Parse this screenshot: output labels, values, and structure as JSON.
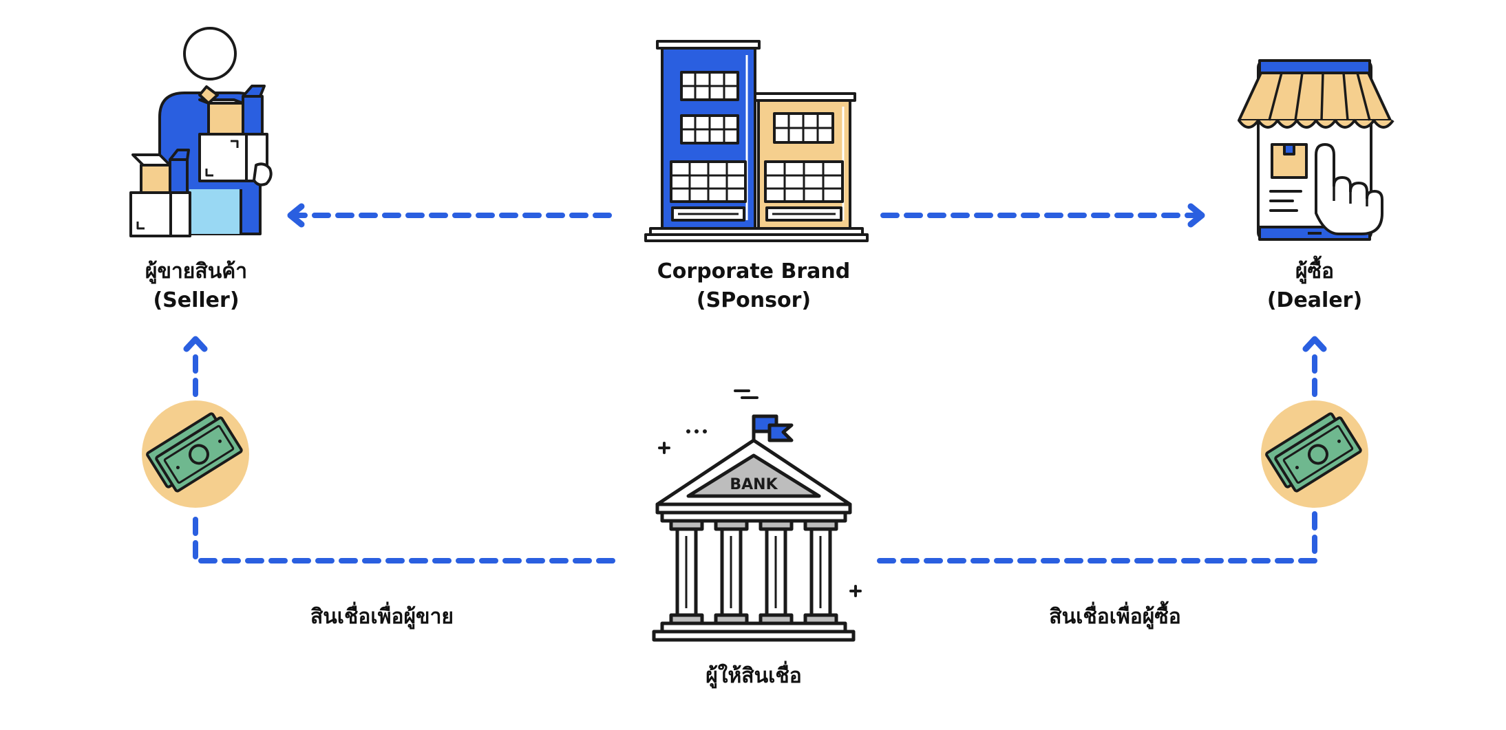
{
  "colors": {
    "blue": "#2a5fe0",
    "tan": "#f5cf8e",
    "money_green": "#6fb88f",
    "ink": "#1a1a1a",
    "light_blue": "#99d8f3",
    "gray": "#bdbdbd"
  },
  "nodes": {
    "seller": {
      "line1": "ผู้ขายสินค้า",
      "line2": "(Seller)",
      "icon": "seller-with-boxes-icon"
    },
    "sponsor": {
      "line1": "Corporate Brand",
      "line2": "(SPonsor)",
      "icon": "office-buildings-icon"
    },
    "dealer": {
      "line1": "ผู้ซื้อ",
      "line2": "(Dealer)",
      "icon": "storefront-tablet-icon"
    },
    "lender": {
      "label": "ผู้ให้สินเชื่อ",
      "icon": "bank-icon",
      "bank_text": "BANK"
    }
  },
  "flows": {
    "credit_to_seller": "สินเชื่อเพื่อผู้ขาย",
    "credit_to_dealer": "สินเชื่อเพื่อผู้ซื้อ"
  },
  "icons": [
    "money-icon",
    "money-icon"
  ]
}
